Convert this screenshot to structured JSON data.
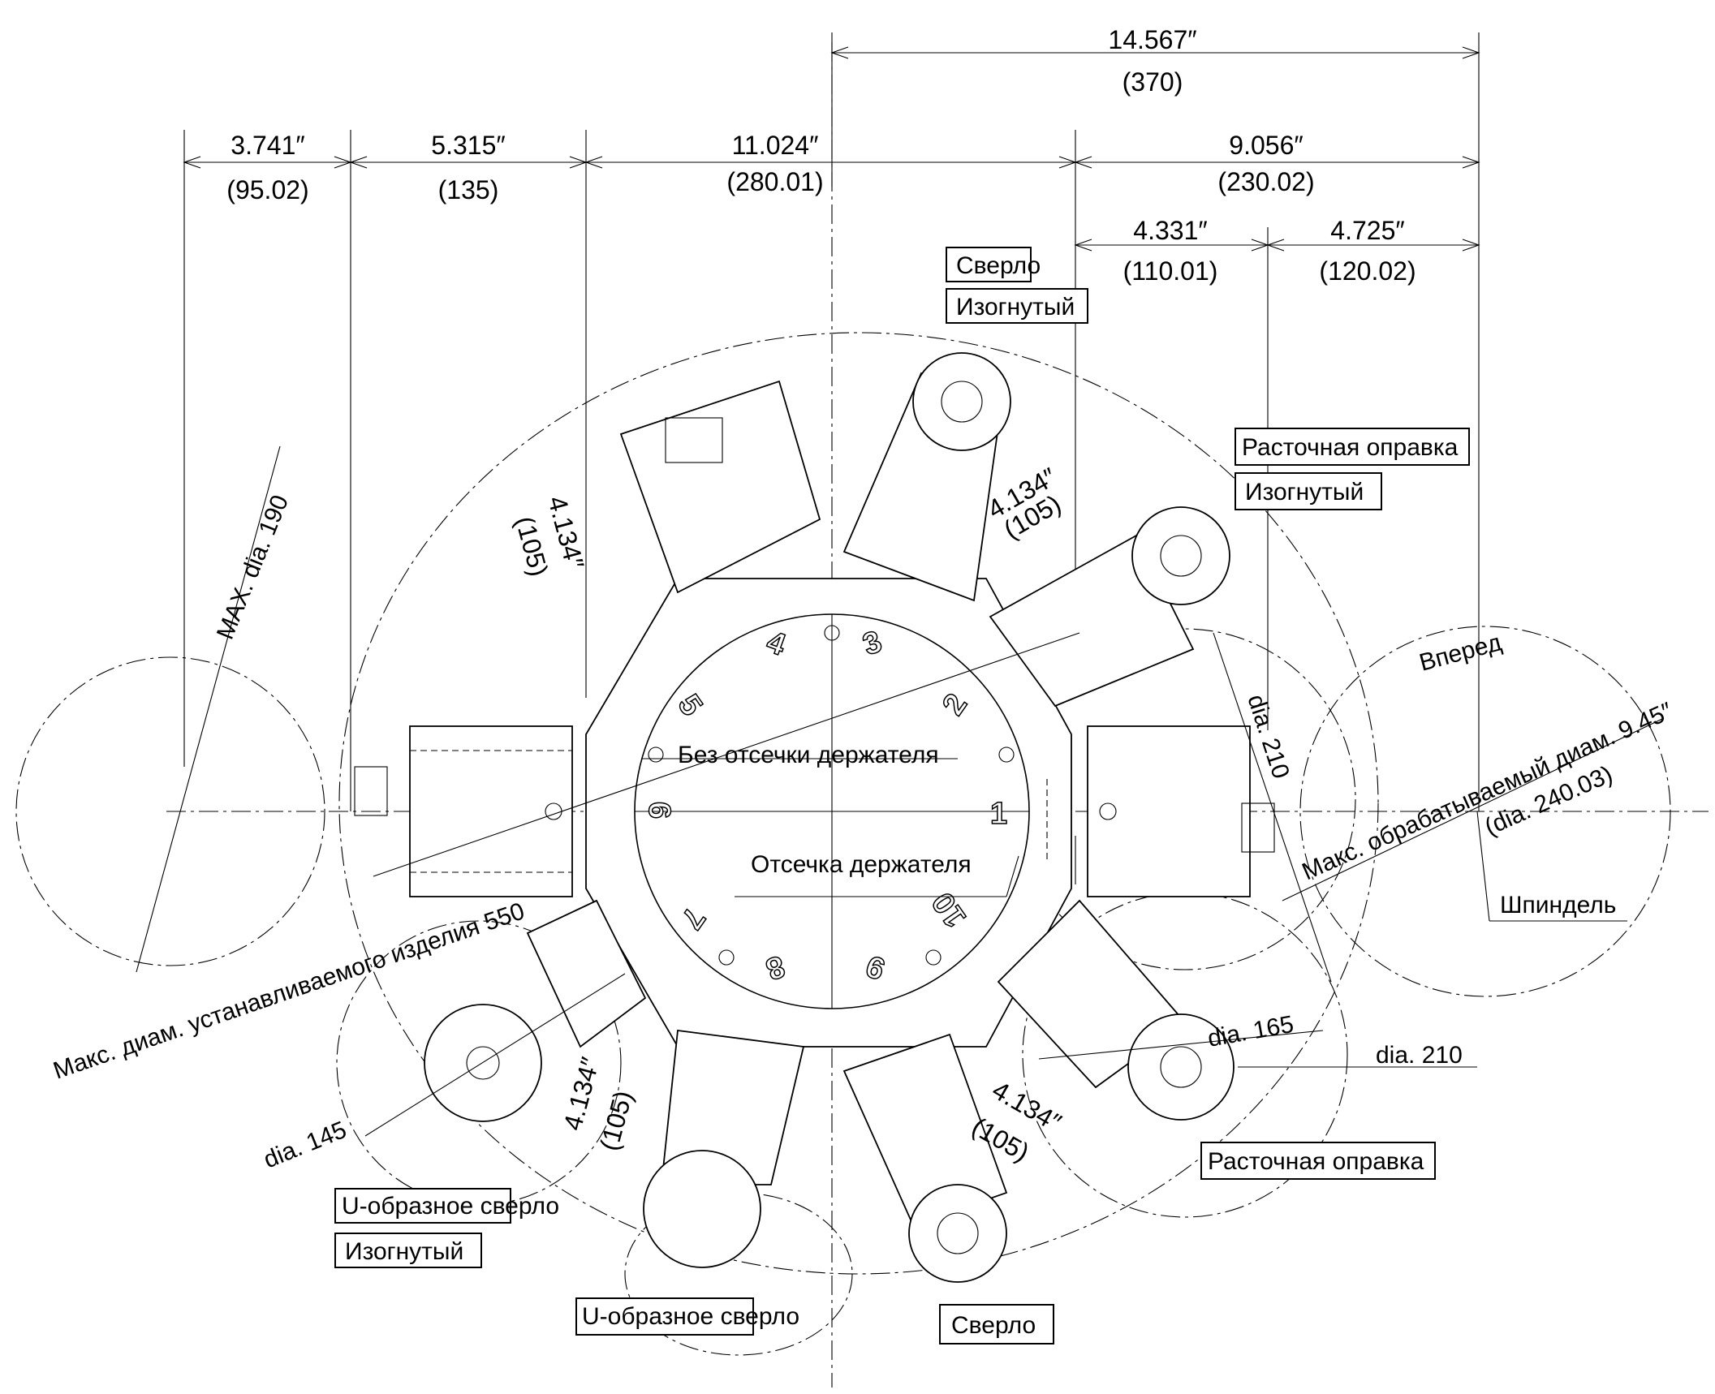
{
  "dimensions": {
    "top_total": {
      "inch": "14.567″",
      "mm": "(370)"
    },
    "d1": {
      "inch": "3.741″",
      "mm": "(95.02)"
    },
    "d2": {
      "inch": "5.315″",
      "mm": "(135)"
    },
    "d3": {
      "inch": "11.024″",
      "mm": "(280.01)"
    },
    "d4": {
      "inch": "9.056″",
      "mm": "(230.02)"
    },
    "d5": {
      "inch": "4.331″",
      "mm": "(110.01)"
    },
    "d6": {
      "inch": "4.725″",
      "mm": "(120.02)"
    },
    "pitch": {
      "inch": "4.134″",
      "mm": "(105)"
    }
  },
  "labels": {
    "max_dia_190": "MAX. dia. 190",
    "forward": "Вперед",
    "dia_210_a": "dia. 210",
    "dia_210_b": "dia. 210",
    "dia_165": "dia. 165",
    "dia_145": "dia. 145",
    "max_work_dia": "Макс. обрабатываемый диам. 9.45″",
    "max_work_dia_mm": "(dia. 240.03)",
    "max_install_dia": "Макс. диам. устанавливаемого изделия 550",
    "spindle": "Шпиндель",
    "no_cutoff": "Без отсечки держателя",
    "cutoff": "Отсечка держателя"
  },
  "tool_boxes": {
    "drill_top": "Сверло",
    "bent_top": "Изогнутый",
    "boring_top": "Расточная оправка",
    "bent_right": "Изогнутый",
    "boring_bottom": "Расточная оправка",
    "u_drill_left": "U-образное сверло",
    "bent_left": "Изогнутый",
    "u_drill_bottom": "U-образное сверло",
    "drill_bottom": "Сверло"
  },
  "stations": [
    "1",
    "2",
    "3",
    "4",
    "5",
    "6",
    "7",
    "8",
    "9",
    "10"
  ]
}
